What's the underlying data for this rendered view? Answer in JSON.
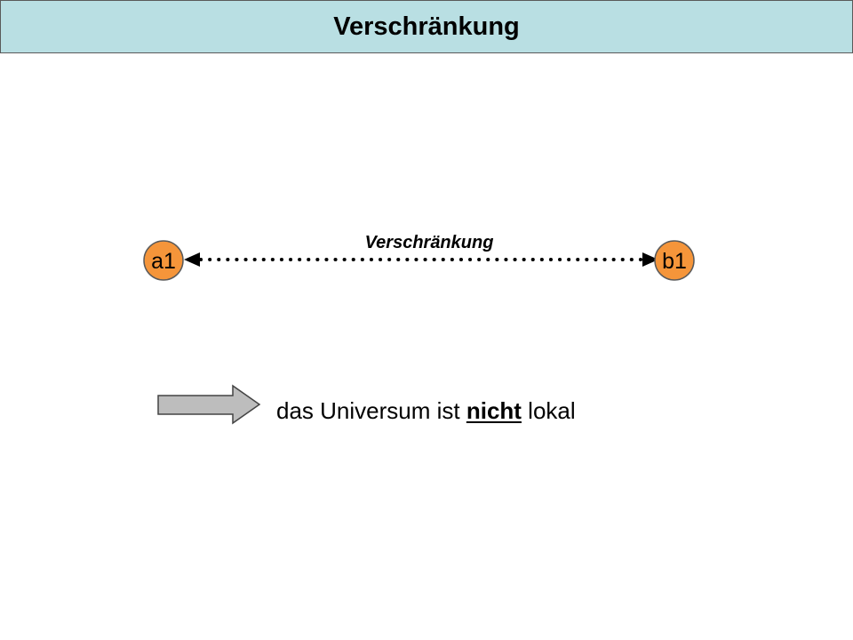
{
  "title": "Verschränkung",
  "colors": {
    "title_background": "#b9dfe3",
    "node_fill": "#f5953a",
    "node_stroke": "#5a5a5a",
    "connector": "#000000",
    "arrow_fill": "#bdbdbd",
    "arrow_stroke": "#444444"
  },
  "diagram": {
    "nodes": [
      {
        "id": "a1",
        "label": "a1"
      },
      {
        "id": "b1",
        "label": "b1"
      }
    ],
    "link": {
      "label": "Verschränkung",
      "style": "dotted",
      "direction": "bidirectional"
    }
  },
  "conclusion": {
    "prefix": "das Universum ist ",
    "emphasis": "nicht",
    "suffix": " lokal",
    "icon": "right-arrow-icon"
  }
}
